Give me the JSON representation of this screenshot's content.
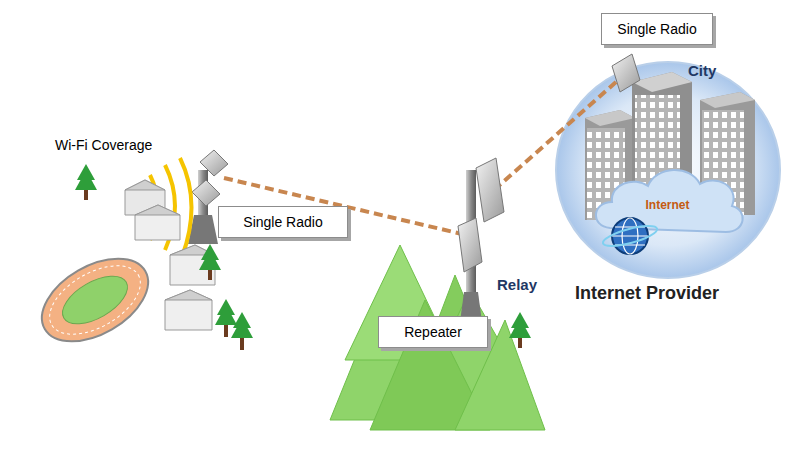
{
  "diagram": {
    "nodes": [
      {
        "text": [
          "Single Radio"
        ]
      },
      {
        "text": [
          "Single Radio"
        ]
      },
      {
        "text": [
          "Repeater"
        ]
      },
      {
        "text": [
          "Internet"
        ]
      }
    ],
    "labels": [
      "Wi-Fi Coverage",
      "City",
      "Relay",
      "Internet Provider"
    ]
  }
}
